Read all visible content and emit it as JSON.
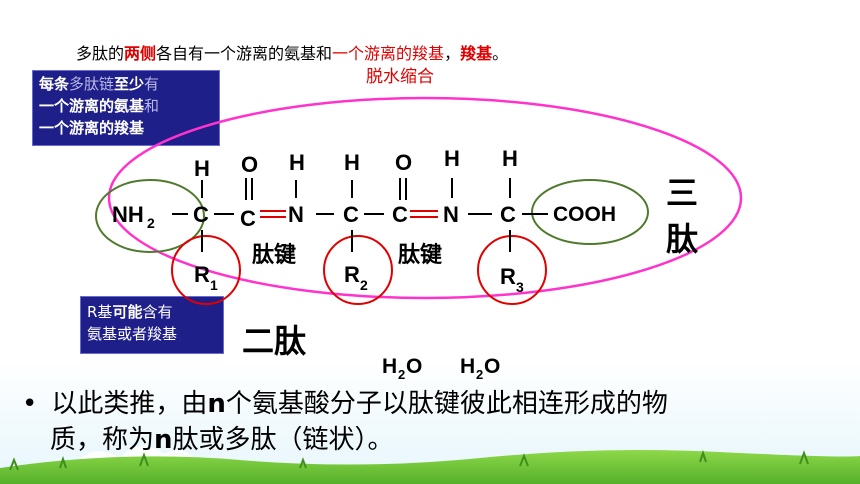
{
  "header": {
    "line_parts": [
      "多肽的",
      "两侧",
      "各自有一个游离的氨基和",
      "一个游离的羧基",
      "，",
      "羧基",
      "。"
    ],
    "subtitle": "脱水缩合"
  },
  "note_top": {
    "rows": [
      [
        "每条",
        "多肽链",
        "至少",
        "有"
      ],
      [
        "一个",
        "游离的",
        "氨基",
        "和"
      ],
      [
        "一个",
        "游离的",
        "羧基"
      ]
    ]
  },
  "note_bottom": {
    "rows": [
      [
        "R基",
        "可能",
        "含有"
      ],
      [
        "氨基或者羧基"
      ]
    ]
  },
  "structure": {
    "nh2": "NH",
    "nh2_sub": "2",
    "c": "C",
    "n": "N",
    "h": "H",
    "o": "O",
    "cooh": "COOH",
    "peptide_bond_1": "肽键",
    "peptide_bond_2": "肽键",
    "r1": "R",
    "r1_sub": "1",
    "r2": "R",
    "r2_sub": "2",
    "r3": "R",
    "r3_sub": "3"
  },
  "labels": {
    "tripeptide_1": "三",
    "tripeptide_2": "肽",
    "dipeptide": "二肽"
  },
  "water": {
    "h": "H",
    "sub": "2",
    "o": "O"
  },
  "bullet": {
    "mark": "•",
    "line1_a": "以此类推，由",
    "line1_n": "n",
    "line1_b": "个氨基酸分子以肽键彼此相连形成的物",
    "line2_a": "质，称为",
    "line2_n": "n",
    "line2_b": "肽或多肽（链状）。"
  },
  "colors": {
    "red": "#e00000",
    "green_circle": "#4f7a2c",
    "magenta_ellipse": "#ff33cc",
    "note_bg": "#1f1f8a",
    "grass": "#6cc23a"
  }
}
